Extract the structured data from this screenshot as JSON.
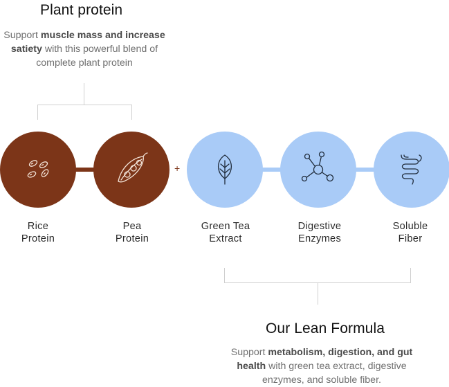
{
  "plant": {
    "title": "Plant protein",
    "desc_pre": "Support ",
    "desc_b1": "muscle mass and increase satiety",
    "desc_post": " with this powerful blend of complete plant protein"
  },
  "ingredients": [
    {
      "line1": "Rice",
      "line2": "Protein",
      "icon": "rice-grains-icon"
    },
    {
      "line1": "Pea",
      "line2": "Protein",
      "icon": "pea-pod-icon"
    },
    {
      "line1": "Green Tea",
      "line2": "Extract",
      "icon": "leaf-icon"
    },
    {
      "line1": "Digestive",
      "line2": "Enzymes",
      "icon": "molecule-icon"
    },
    {
      "line1": "Soluble",
      "line2": "Fiber",
      "icon": "intestine-icon"
    }
  ],
  "plus": "+",
  "lean": {
    "title": "Our Lean Formula",
    "desc_pre": "Support ",
    "desc_b1": "metabolism, digestion, and gut health",
    "desc_post": " with green tea extract, digestive enzymes, and soluble fiber."
  },
  "colors": {
    "brown": "#7c3518",
    "blue": "#a9cbf7",
    "line": "#cfcfcf"
  }
}
